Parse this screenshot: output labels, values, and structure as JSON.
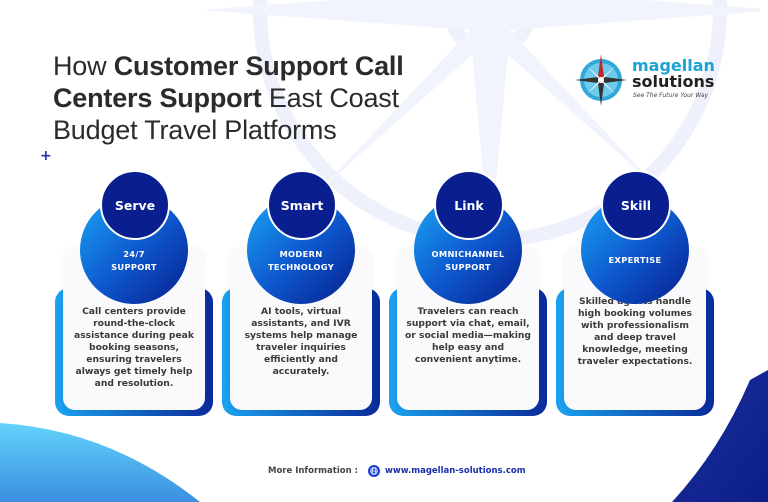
{
  "title": {
    "part1_light": "How ",
    "part2_bold": "Customer Support Call Centers Support",
    "part3_light": " East Coast Budget Travel Platforms"
  },
  "logo": {
    "line1": "magellan",
    "line2": "solutions",
    "tagline": "See The Future Your Way"
  },
  "cards": [
    {
      "label": "Serve",
      "subtitle_line1": "24/7",
      "subtitle_line2": "SUPPORT",
      "description": "Call centers provide round-the-clock assistance during peak booking seasons, ensuring travelers always get timely help and resolution."
    },
    {
      "label": "Smart",
      "subtitle_line1": "MODERN",
      "subtitle_line2": "TECHNOLOGY",
      "description": "AI tools, virtual assistants, and IVR systems help manage traveler inquiries efficiently and accurately."
    },
    {
      "label": "Link",
      "subtitle_line1": "OMNICHANNEL",
      "subtitle_line2": "SUPPORT",
      "description": "Travelers can reach support via chat, email, or social media—making help easy and convenient anytime."
    },
    {
      "label": "Skill",
      "subtitle_line1": "EXPERTISE",
      "subtitle_line2": "",
      "description": "Skilled agents handle high booking volumes with professionalism and deep travel knowledge, meeting traveler expectations."
    }
  ],
  "footer": {
    "label": "More Information :",
    "icon": "globe-icon",
    "url": "www.magellan-solutions.com"
  },
  "colors": {
    "accent_dark": "#0a1f8f",
    "accent_light": "#1aa6f2",
    "text": "#2b2b2b"
  }
}
